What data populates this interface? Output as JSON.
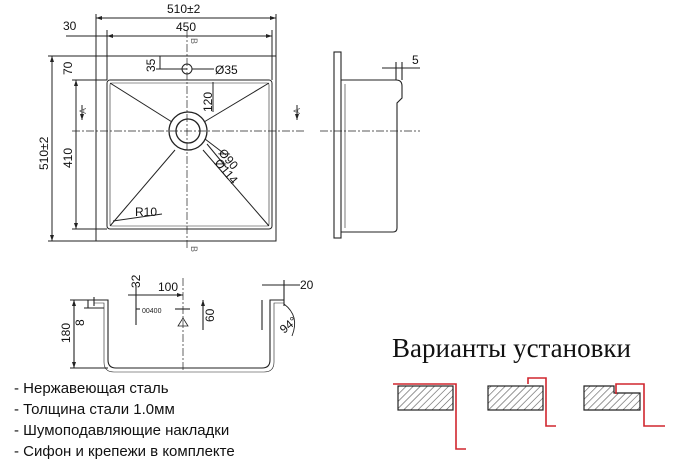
{
  "top_view": {
    "dim_flange": "30",
    "dim_outer_width": "510±2",
    "dim_bowl_width": "450",
    "dim_hole_offset": "35",
    "dim_hole_dia": "Ø35",
    "dim_height_step": "70",
    "dim_outer_height": "510±2",
    "dim_bowl_height": "410",
    "dim_drain_offset": "120",
    "dim_drain_dia_inner": "Ø90",
    "dim_drain_dia_outer": "Ø114",
    "dim_corner_radius": "R10",
    "section_a": "A",
    "section_b": "B"
  },
  "side_view": {
    "dim_rim": "5"
  },
  "section_view": {
    "dim_32": "32",
    "dim_100": "100",
    "dim_20": "20",
    "dim_180": "180",
    "dim_8": "8",
    "dim_60": "60",
    "dim_angle": "94°",
    "drain_label": "00400"
  },
  "install": {
    "title": "Варианты установки"
  },
  "features": [
    "- Нержавеющая сталь",
    "- Толщина стали 1.0мм",
    "- Шумоподавляющие накладки",
    "- Сифон и крепежи в комплекте"
  ],
  "colors": {
    "lines": "#222222",
    "install_accent": "#d0262e",
    "hatch": "#555555"
  }
}
